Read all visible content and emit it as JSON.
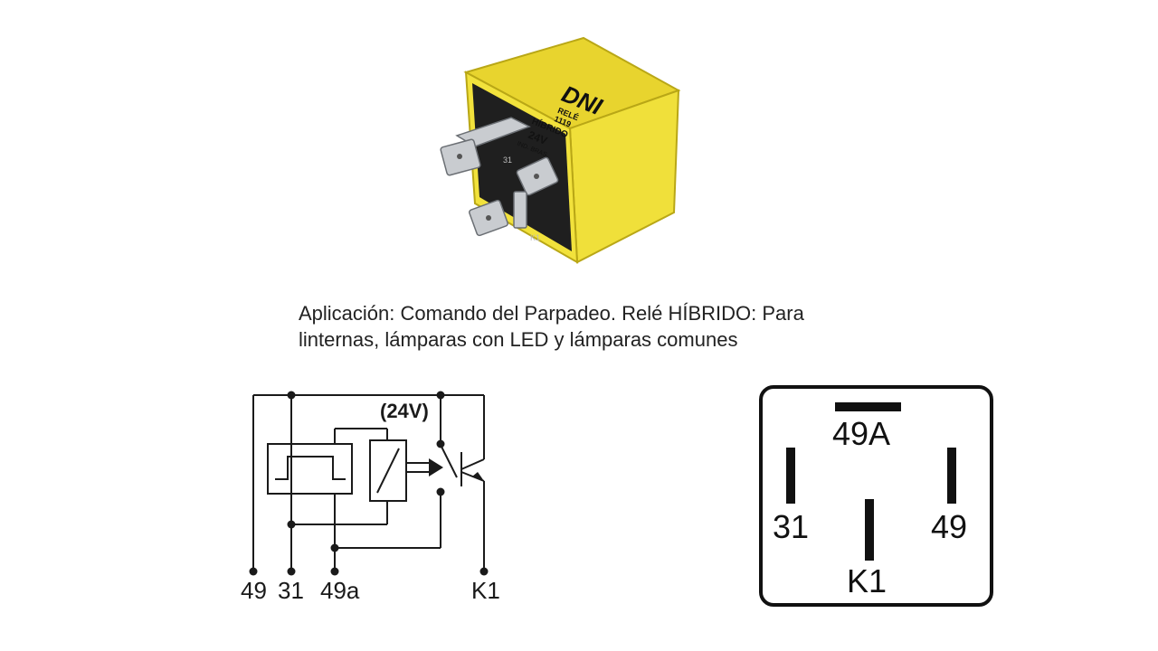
{
  "slide": {
    "caption_line1": "Aplicación: Comando del Parpadeo. Relé HÍBRIDO:  Para",
    "caption_line2": "linternas, lámparas con LED y lámparas comunes"
  },
  "product": {
    "brand_logo": "DNI",
    "label_lines": [
      "RELÉ",
      "1119",
      "HÍBRIDO",
      "24V",
      "IND. BRAS."
    ],
    "body_color": "#f0e03a",
    "terminal_labels": [
      "31",
      "K1"
    ]
  },
  "schematic": {
    "voltage_label": "(24V)",
    "pin_labels": [
      "49",
      "31",
      "49a",
      "K1"
    ]
  },
  "pinout": {
    "pins": [
      "49A",
      "31",
      "49",
      "K1"
    ]
  }
}
